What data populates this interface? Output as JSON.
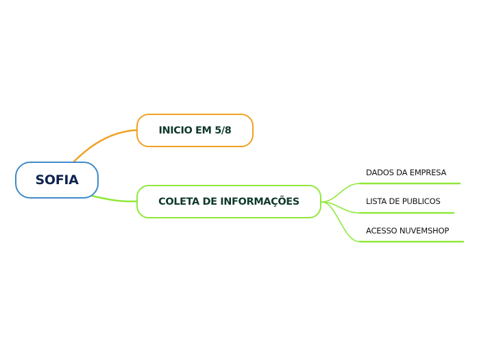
{
  "root": {
    "label": "SOFIA",
    "color": "#3d8ac9"
  },
  "branches": [
    {
      "label": "INICIO EM 5/8",
      "color": "#f0a022",
      "children": []
    },
    {
      "label": "COLETA DE INFORMAÇÕES",
      "color": "#8fe83a",
      "children": [
        {
          "label": "DADOS DA EMPRESA"
        },
        {
          "label": "LISTA DE PUBLICOS"
        },
        {
          "label": "ACESSO NUVEMSHOP"
        }
      ]
    }
  ]
}
